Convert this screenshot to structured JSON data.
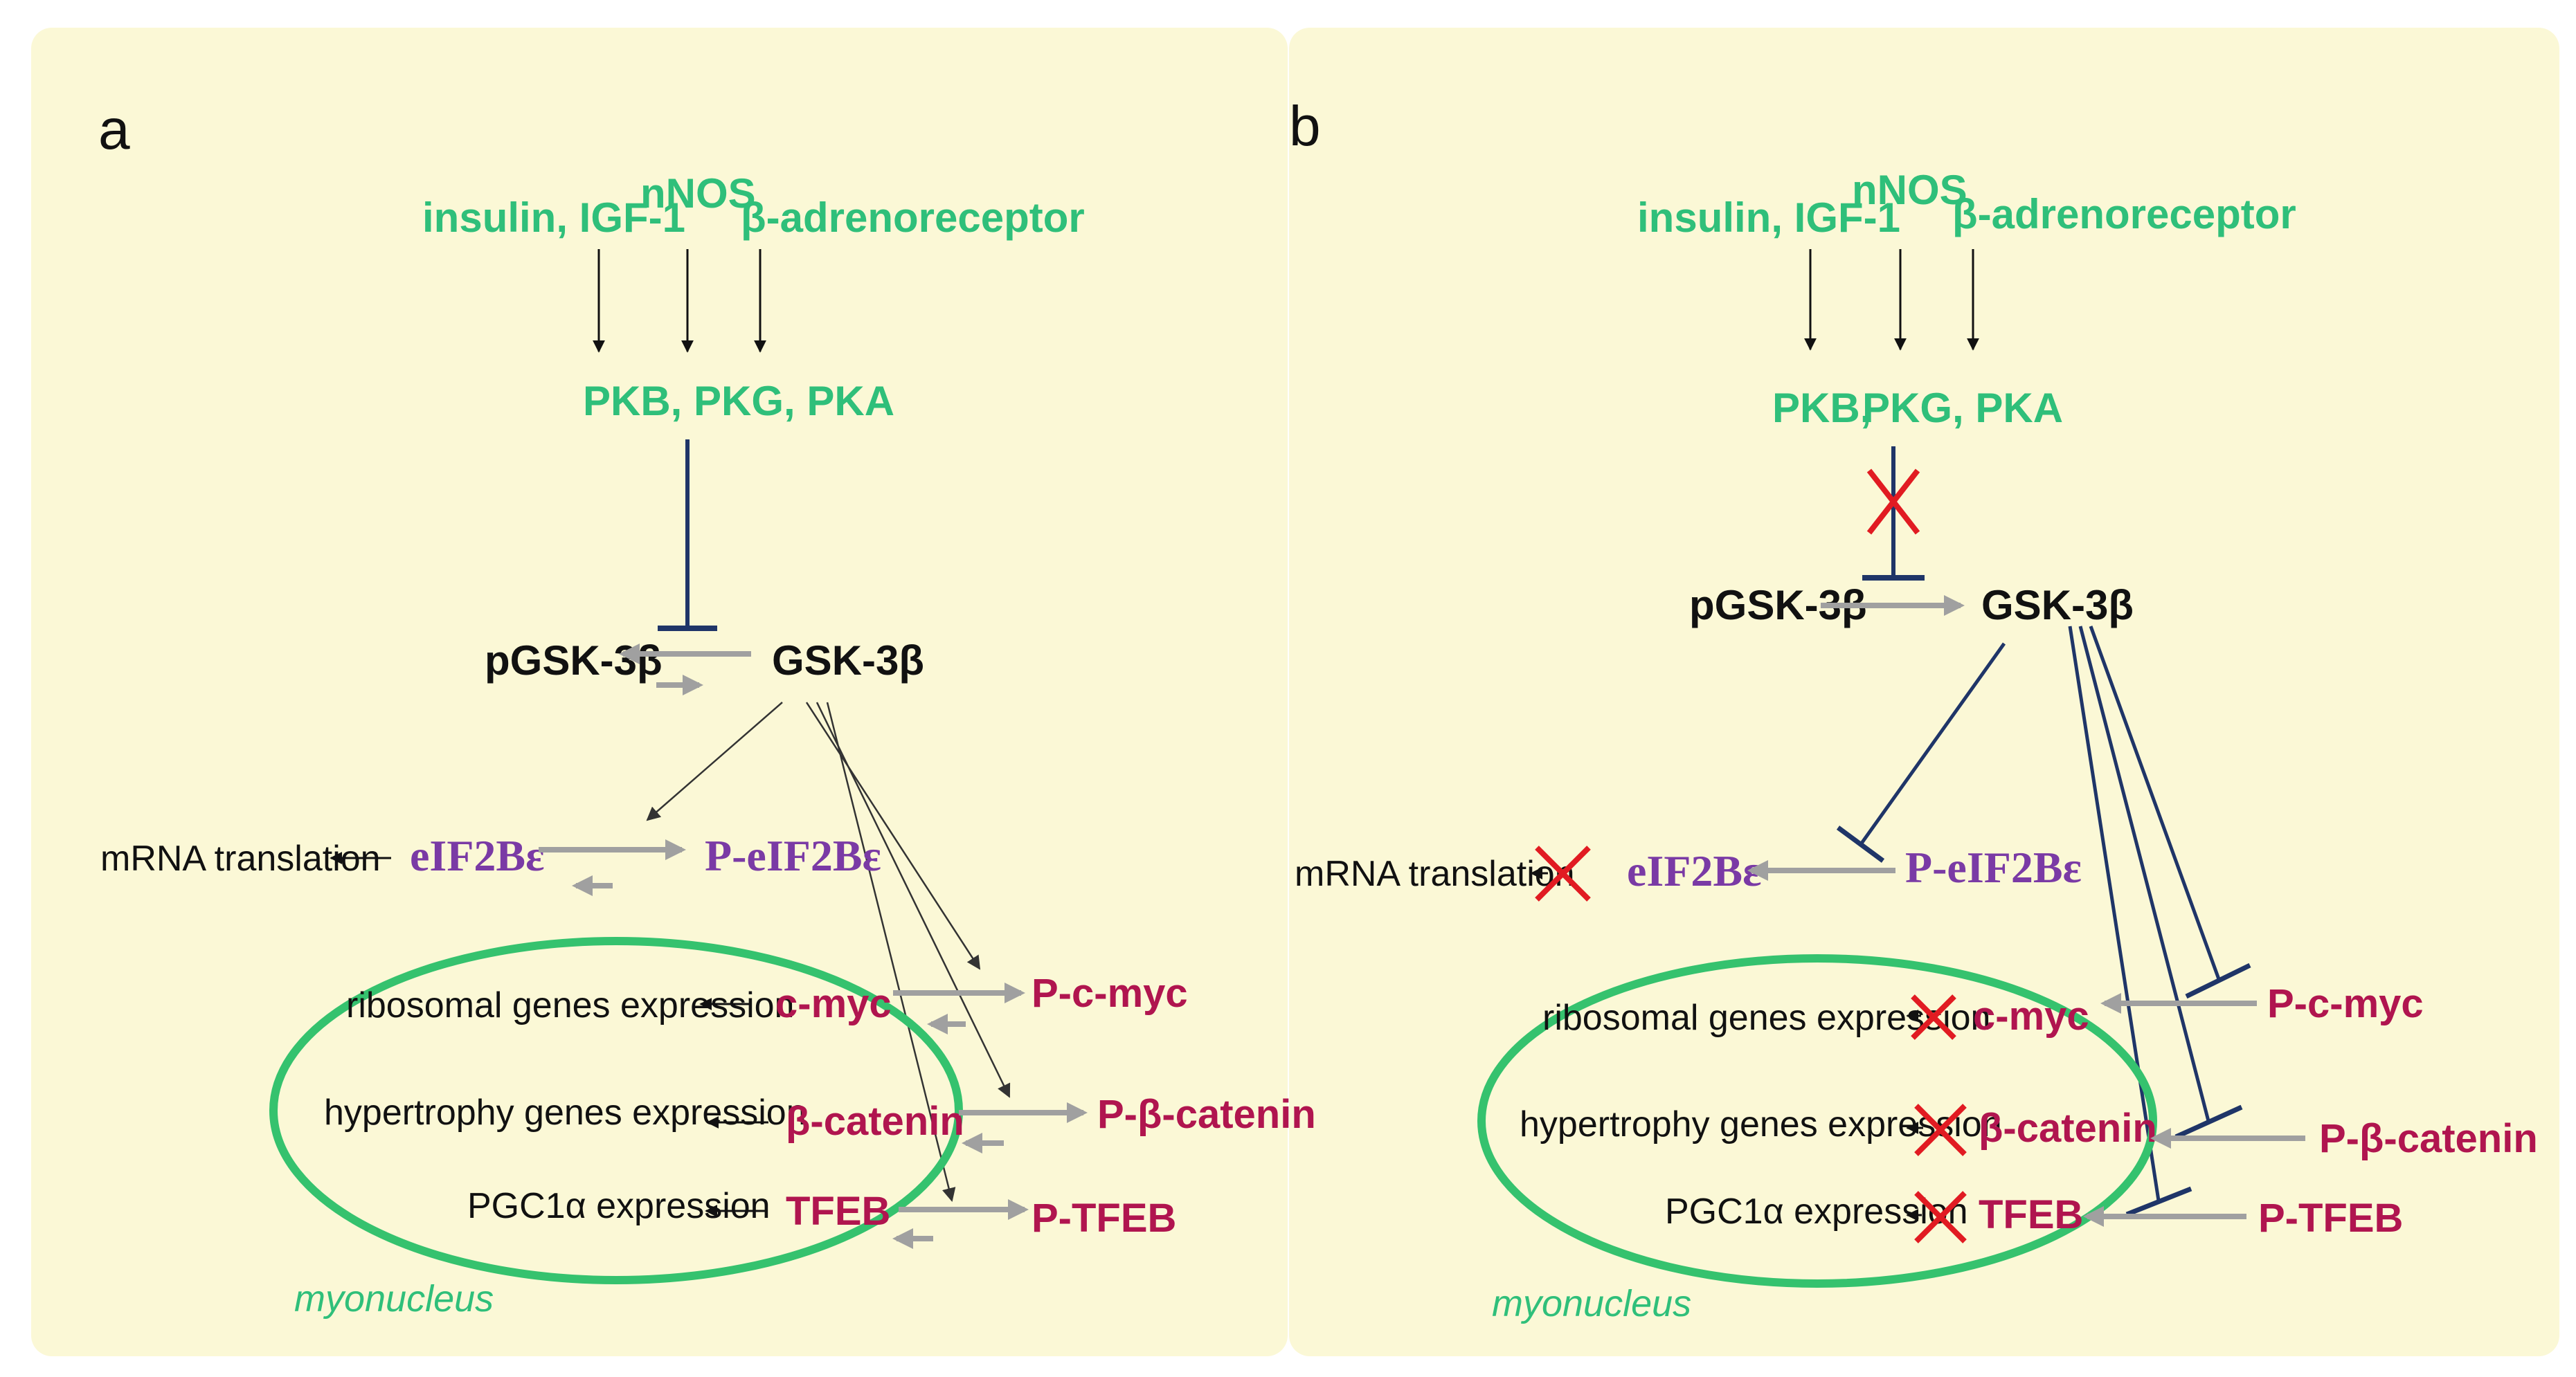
{
  "colors": {
    "background": "#fbf8d6",
    "signal_green": "#2fbf7a",
    "nucleus_green": "#35c26e",
    "purple": "#7a3aa5",
    "crimson": "#b0154f",
    "inhibit_navy": "#1f3568",
    "gray_arrow": "#a0a0a0",
    "red_x": "#e11b22"
  },
  "panel_a": {
    "letter": "a",
    "upstream": [
      "insulin, IGF-1",
      "nNOS",
      "β-adrenoreceptor"
    ],
    "kinases": "PKB, PKG, PKA",
    "pgsk": "pGSK-3β",
    "gsk": "GSK-3β",
    "mrna": "mRNA translation",
    "eif": "eIF2Bε",
    "p_eif": "P-eIF2Bε",
    "ribosomal": "ribosomal genes expression",
    "cmyc": "c-myc",
    "p_cmyc": "P-c-myc",
    "hypertrophy": "hypertrophy genes expression",
    "bcat": "β-catenin",
    "p_bcat": "P-β-catenin",
    "pgc": "PGC1α expression",
    "tfeb": "TFEB",
    "p_tfeb": "P-TFEB",
    "nucleus": "myonucleus"
  },
  "panel_b": {
    "letter": "b",
    "upstream": [
      "insulin, IGF-1",
      "nNOS",
      "β-adrenoreceptor"
    ],
    "kinases_1": "PKB,",
    "kinases_2": "PKG, PKA",
    "pgsk": "pGSK-3β",
    "gsk": "GSK-3β",
    "mrna": "mRNA translation",
    "eif": "eIF2Bε",
    "p_eif": "P-eIF2Bε",
    "ribosomal": "ribosomal genes expression",
    "cmyc": "c-myc",
    "p_cmyc": "P-c-myc",
    "hypertrophy": "hypertrophy genes expression",
    "bcat": "β-catenin",
    "p_bcat": "P-β-catenin",
    "pgc": "PGC1α expression",
    "tfeb": "TFEB",
    "p_tfeb": "P-TFEB",
    "nucleus": "myonucleus"
  }
}
